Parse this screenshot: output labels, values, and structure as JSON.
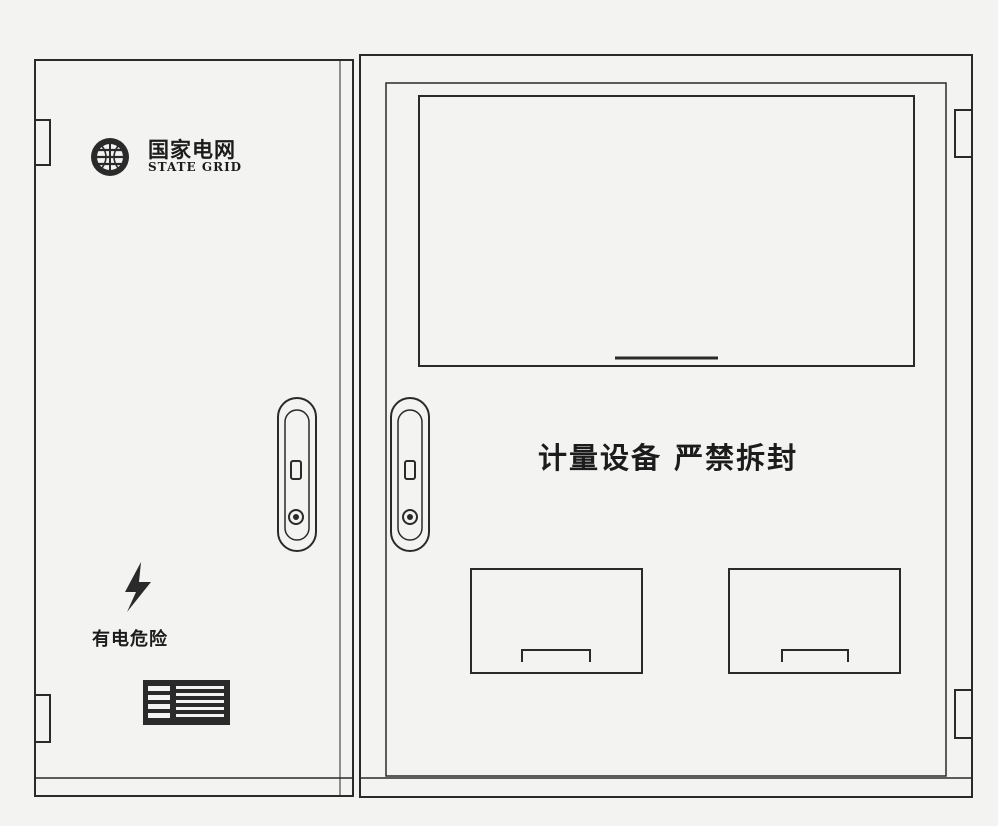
{
  "brand": {
    "name_cn": "国家电网",
    "name_en": "STATE GRID",
    "logo_icon": "state-grid-globe-icon"
  },
  "left_door": {
    "warning_text": "有电危险",
    "warning_icon": "lightning-bolt-icon",
    "nameplate_icon": "nameplate-icon"
  },
  "right_door": {
    "seal_text": "计量设备 严禁拆封"
  },
  "colors": {
    "line": "#2a2a2a",
    "panel": "#f3f3f1"
  }
}
